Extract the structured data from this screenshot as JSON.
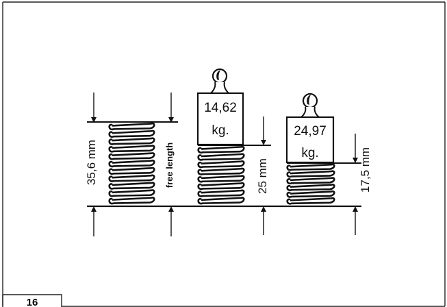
{
  "figure": {
    "page_number": "16",
    "springs": [
      {
        "dimension_label": "35,6 mm",
        "side_label": "free length"
      },
      {
        "weight_value": "14,62",
        "weight_unit": "kg.",
        "dimension_label": "25 mm"
      },
      {
        "weight_value": "24,97",
        "weight_unit": "kg.",
        "dimension_label": "17,5 mm"
      }
    ]
  }
}
